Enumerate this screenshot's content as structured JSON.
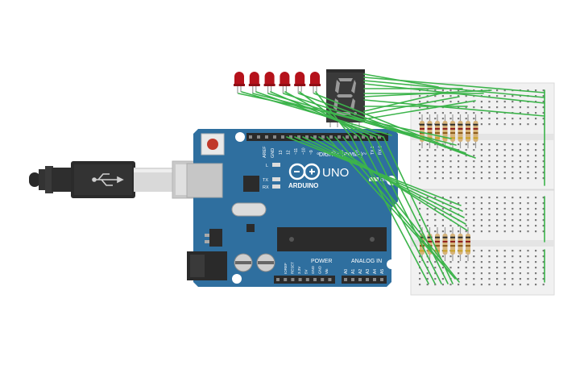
{
  "circuit": {
    "arduino": {
      "logo_text": "ARDUINO",
      "model_text": "UNO",
      "digital_label": "DIGITAL (PWM~)",
      "power_label": "POWER",
      "analog_label": "ANALOG IN",
      "tx_label": "TX",
      "rx_label": "RX",
      "l_label": "L",
      "on_label": "ON",
      "aref_label": "AREF",
      "gnd_label": "GND",
      "ioref_label": "IOREF",
      "reset_label": "RESET",
      "v33_label": "3.3V",
      "v5_label": "5V",
      "gnd2_label": "GND",
      "gnd3_label": "GND",
      "vin_label": "Vin",
      "digital_pins": [
        "13",
        "12",
        "~11",
        "~10",
        "~9",
        "8",
        "7",
        "~6",
        "~5",
        "4",
        "~3",
        "2",
        "TX 1",
        "RX 0"
      ],
      "analog_pins": [
        "A0",
        "A1",
        "A2",
        "A3",
        "A4",
        "A5"
      ]
    },
    "seven_segment": {
      "shown_digit": "8"
    },
    "leds": {
      "count": 6,
      "color": "#b5121b"
    },
    "resistors": {
      "top_count": 8,
      "bottom_count": 7
    },
    "colors": {
      "board": "#2f6f9f",
      "wire": "#3cb44b",
      "breadboard": "#f1f1f1",
      "usb_cable": "#2e2e2e"
    }
  }
}
